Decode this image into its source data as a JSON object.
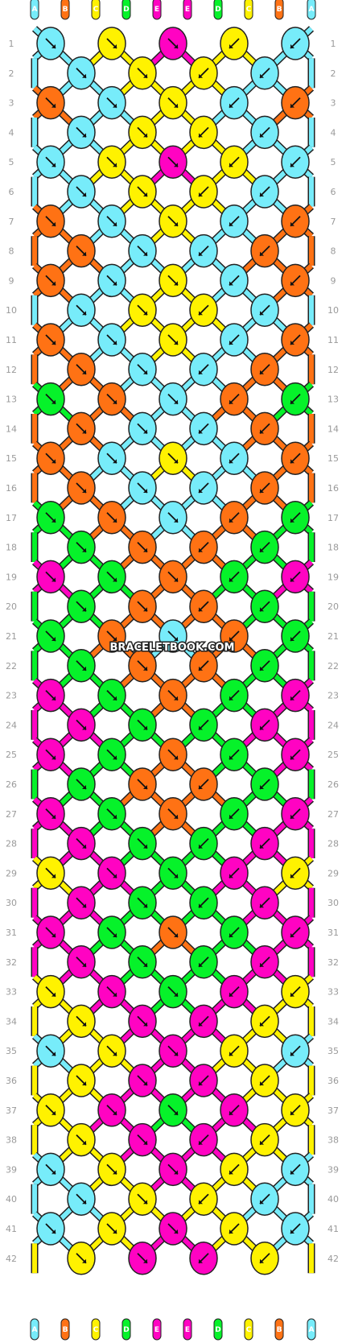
{
  "watermark": "BRACELETBOOK.COM",
  "strand_labels": [
    "A",
    "B",
    "C",
    "D",
    "E",
    "E",
    "D",
    "C",
    "B",
    "A"
  ],
  "colors": {
    "A": "#77ecfa",
    "B": "#ff7214",
    "C": "#fff200",
    "D": "#06f22a",
    "E": "#ff03c2"
  },
  "row_count": 42,
  "row_numbers": [
    "1",
    "2",
    "3",
    "4",
    "5",
    "6",
    "7",
    "8",
    "9",
    "10",
    "11",
    "12",
    "13",
    "14",
    "15",
    "16",
    "17",
    "18",
    "19",
    "20",
    "21",
    "22",
    "23",
    "24",
    "25",
    "26",
    "27",
    "28",
    "29",
    "30",
    "31",
    "32",
    "33",
    "34",
    "35",
    "36",
    "37",
    "38",
    "39",
    "40",
    "41",
    "42"
  ],
  "knot_colors": [
    "A C E C A",
    "A C C A",
    "B A C A B",
    "A C C A",
    "A C E C A",
    "A C C A",
    "B A C A B",
    "B A A B",
    "B A C A B",
    "A C C A",
    "B A C A B",
    "B A A B",
    "D B A B D",
    "B A A B",
    "B A C A B",
    "B A A B",
    "D B A B D",
    "D B B D",
    "E D B D E",
    "D B B D",
    "D B A B D",
    "D B B D",
    "E D B D E",
    "E D D E",
    "E D B D E",
    "D B B D",
    "E D B D E",
    "E D D E",
    "C E D E C",
    "E D D E",
    "E D B D E",
    "E D D E",
    "C E D E C",
    "C E E C",
    "A C E C A",
    "C E E C",
    "C E D E C",
    "C E E C",
    "A C E C A",
    "A C C A",
    "A C E C A",
    "C E E C"
  ]
}
